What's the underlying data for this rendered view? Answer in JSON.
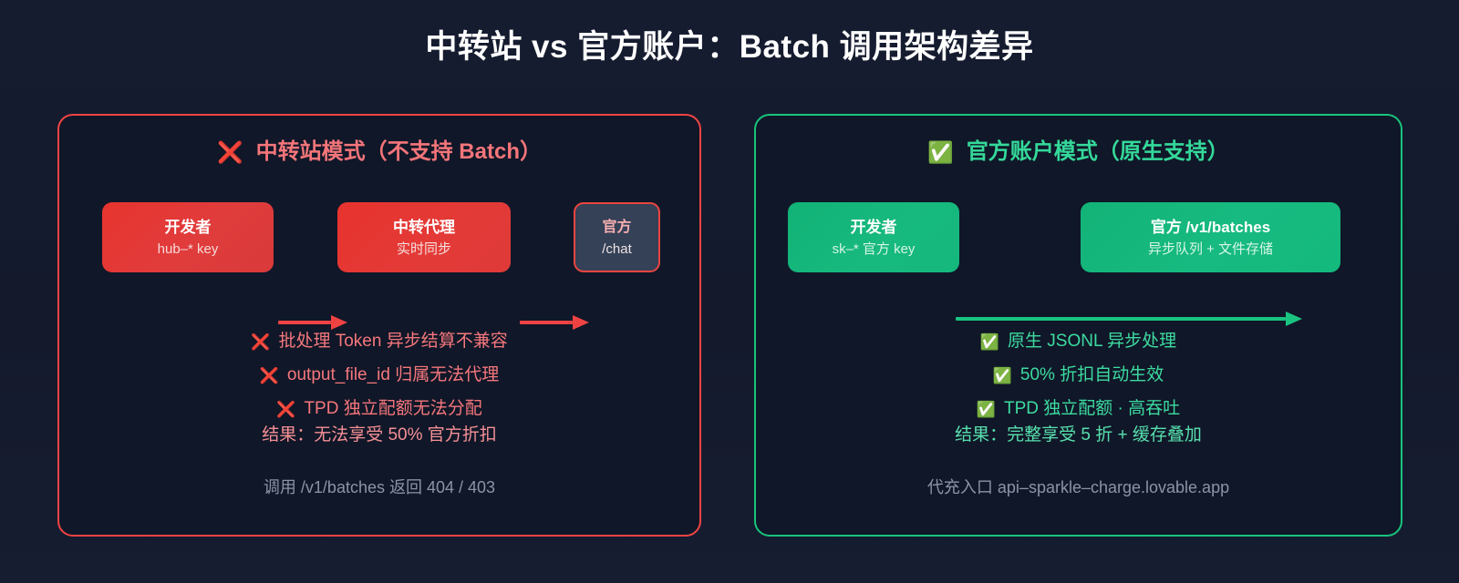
{
  "page": {
    "title": "中转站 vs 官方账户：Batch 调用架构差异",
    "background_color": "#151b2e"
  },
  "panels": [
    {
      "id": "relay-mode",
      "header_emoji": "❌",
      "header_text": "中转站模式（不支持 Batch）",
      "accent_color": "#f04444",
      "text_color": "#f4757a",
      "nodes": [
        {
          "title": "开发者",
          "subtitle": "hub–* key"
        },
        {
          "title": "中转代理",
          "subtitle": "实时同步"
        },
        {
          "title": "官方",
          "subtitle": "/chat"
        }
      ],
      "bullets": [
        {
          "emoji": "❌",
          "text": "批处理 Token 异步结算不兼容"
        },
        {
          "emoji": "❌",
          "text": "output_file_id 归属无法代理"
        },
        {
          "emoji": "❌",
          "text": "TPD 独立配额无法分配"
        }
      ],
      "result": "结果：无法享受 50% 官方折扣",
      "footnote": "调用 /v1/batches 返回 404 / 403"
    },
    {
      "id": "official-mode",
      "header_emoji": "✅",
      "header_text": "官方账户模式（原生支持）",
      "accent_color": "#18c47c",
      "text_color": "#34d99a",
      "nodes": [
        {
          "title": "开发者",
          "subtitle": "sk–* 官方 key"
        },
        {
          "title": "官方 /v1/batches",
          "subtitle": "异步队列 + 文件存储"
        }
      ],
      "bullets": [
        {
          "emoji": "✅",
          "text": "原生 JSONL 异步处理"
        },
        {
          "emoji": "✅",
          "text": "50% 折扣自动生效"
        },
        {
          "emoji": "✅",
          "text": "TPD 独立配额 · 高吞吐"
        }
      ],
      "result": "结果：完整享受 5 折 + 缓存叠加",
      "footnote": "代充入口 api–sparkle–charge.lovable.app"
    }
  ]
}
